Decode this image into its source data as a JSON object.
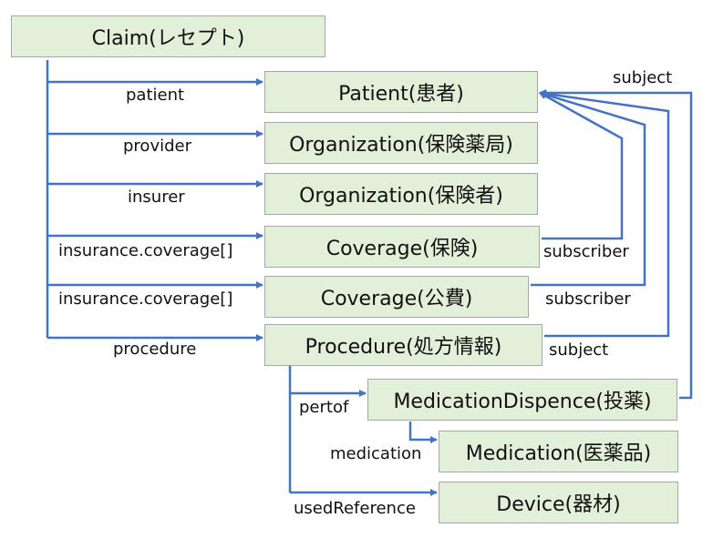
{
  "colors": {
    "node_fill": "#e2efd9",
    "node_border": "#a7a7a7",
    "arrow": "#4472c4",
    "text": "#111111"
  },
  "nodes": {
    "claim": "Claim(レセプト)",
    "patient": "Patient(患者)",
    "organization_pharmacy": "Organization(保険薬局)",
    "organization_insurer": "Organization(保険者)",
    "coverage_insurance": "Coverage(保険)",
    "coverage_public": "Coverage(公費)",
    "procedure": "Procedure(処方情報)",
    "medication_dispence": "MedicationDispence(投薬)",
    "medication": "Medication(医薬品)",
    "device": "Device(器材)"
  },
  "edges": {
    "patient": "patient",
    "provider": "provider",
    "insurer": "insurer",
    "insurance_coverage_1": "insurance.coverage[]",
    "insurance_coverage_2": "insurance.coverage[]",
    "procedure": "procedure",
    "subject_dispense": "subject",
    "subscriber_insurance": "subscriber",
    "subscriber_public": "subscriber",
    "subject_procedure": "subject",
    "pertof": "pertof",
    "medication": "medication",
    "used_reference": "usedReference"
  }
}
